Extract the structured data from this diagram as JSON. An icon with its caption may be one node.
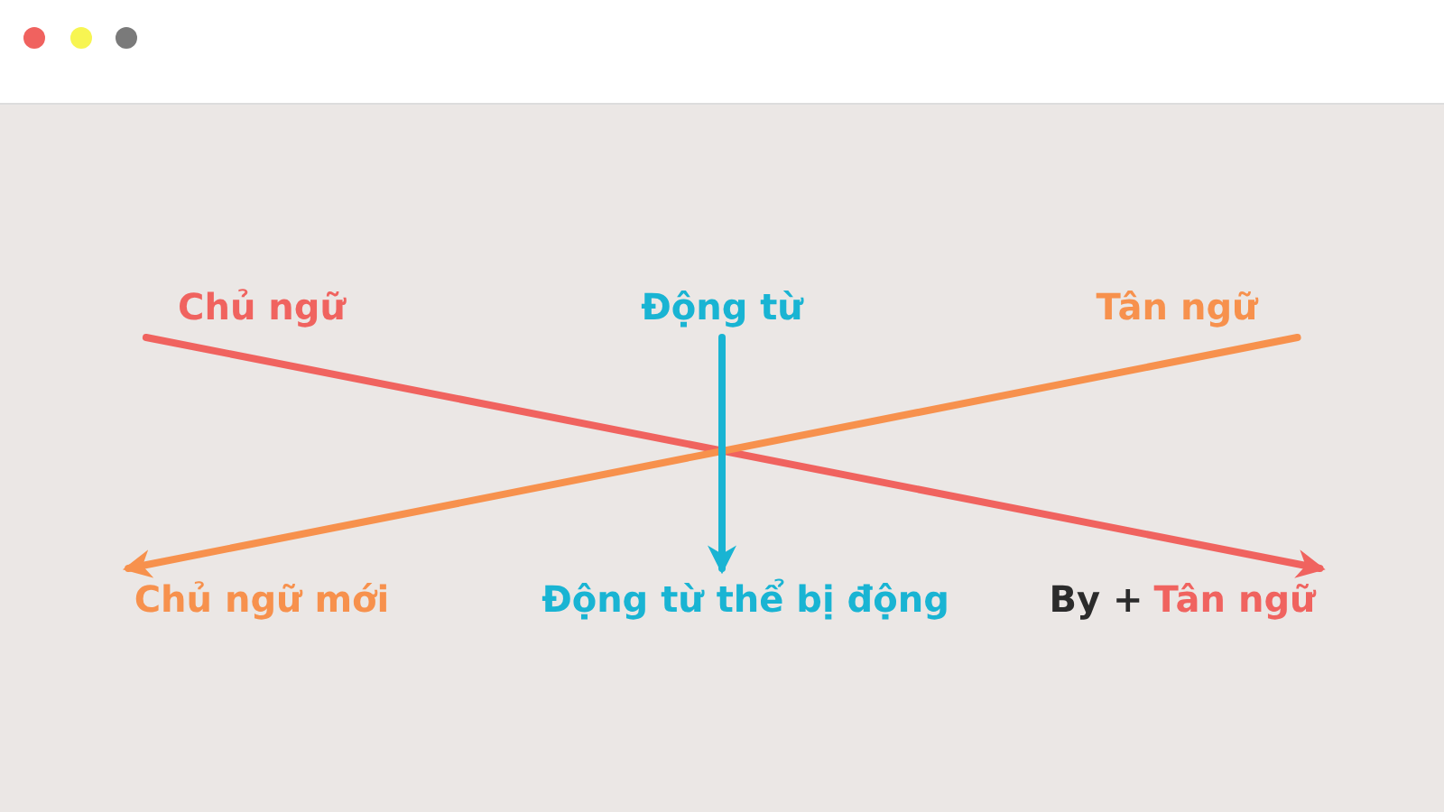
{
  "diagram": {
    "nodes": [
      {
        "text": [
          "Chủ ngữ"
        ]
      },
      {
        "text": [
          "Động từ"
        ]
      },
      {
        "text": [
          "Tân ngữ"
        ]
      },
      {
        "text": [
          "Chủ ngữ mới"
        ]
      },
      {
        "text": [
          "Động từ thể bị động"
        ]
      },
      {
        "text": [
          "By +",
          "Tân ngữ"
        ]
      }
    ],
    "edges": [
      {
        "from": 0,
        "to": 5,
        "arrow": "to",
        "color": "#f0635f"
      },
      {
        "from": 2,
        "to": 3,
        "arrow": "to",
        "color": "#f7914d"
      },
      {
        "from": 1,
        "to": 4,
        "arrow": "to",
        "color": "#19b4d3"
      }
    ]
  }
}
